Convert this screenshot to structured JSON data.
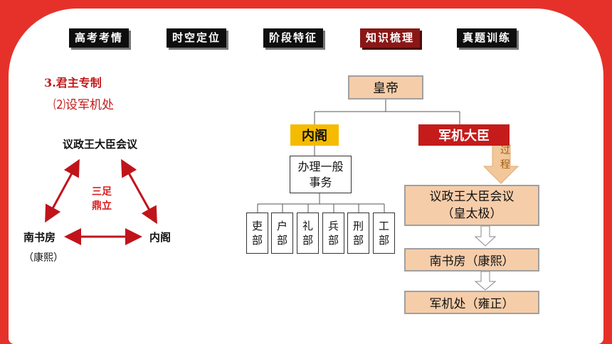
{
  "nav": {
    "tabs": [
      {
        "label": "高考考情",
        "active": false
      },
      {
        "label": "时空定位",
        "active": false
      },
      {
        "label": "阶段特征",
        "active": false
      },
      {
        "label": "知识梳理",
        "active": true
      },
      {
        "label": "真题训练",
        "active": false
      }
    ]
  },
  "section": {
    "title": "3.君主专制",
    "subtitle": "⑵设军机处"
  },
  "triangle": {
    "top": "议政王大臣会议",
    "left": "南书房",
    "left_note": "（康熙）",
    "right": "内阁",
    "center_line1": "三足",
    "center_line2": "鼎立"
  },
  "hierarchy": {
    "emperor": "皇帝",
    "cabinet": "内阁",
    "grand_minister": "军机大臣",
    "general_affairs_line1": "办理一般",
    "general_affairs_line2": "事务",
    "ministries": [
      {
        "c1": "吏",
        "c2": "部"
      },
      {
        "c1": "户",
        "c2": "部"
      },
      {
        "c1": "礼",
        "c2": "部"
      },
      {
        "c1": "兵",
        "c2": "部"
      },
      {
        "c1": "刑",
        "c2": "部"
      },
      {
        "c1": "工",
        "c2": "部"
      }
    ],
    "process_c1": "过",
    "process_c2": "程",
    "stage1_line1": "议政王大臣会议",
    "stage1_line2": "（皇太极）",
    "stage2": "南书房（康熙）",
    "stage3": "军机处（雍正）"
  },
  "colors": {
    "frame_red": "#e6312b",
    "tab_dark": "#0e0e0e",
    "tab_active": "#8a1717",
    "accent_red": "#c21a1a",
    "peach": "#f6cda9",
    "cabinet_yellow": "#f5bb00",
    "minister_red": "#c51b1b",
    "arrow_tan": "#f2c79a"
  }
}
